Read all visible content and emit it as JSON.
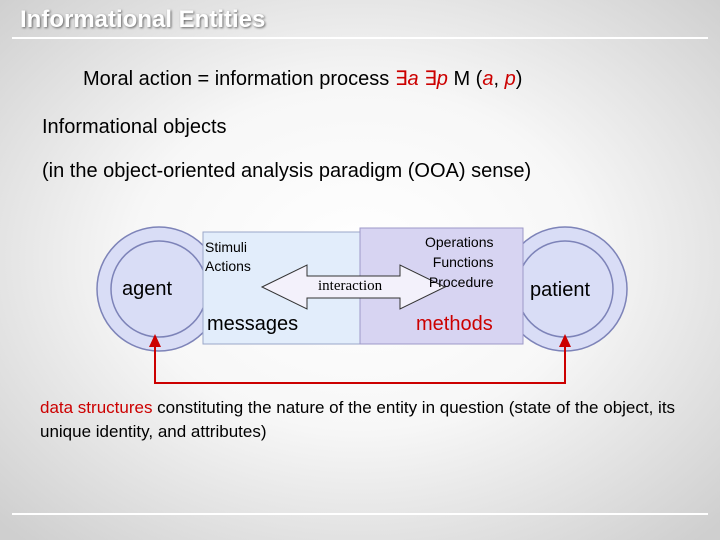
{
  "slide": {
    "title": "Informational Entities",
    "formula": {
      "prefix": "Moral action = information process ",
      "quantifiers": "∃a ∃p",
      "relation": " M (",
      "arg1": "a",
      "sep": ", ",
      "arg2": "p",
      "close": ")"
    },
    "line1": "Informational objects",
    "line2": "(in the object-oriented analysis paradigm (OOA) sense)"
  },
  "diagram": {
    "agent_label": "agent",
    "patient_label": "patient",
    "stimuli_lines": [
      "Stimuli",
      "Actions"
    ],
    "operations_lines": [
      "Operations",
      "Functions",
      "Procedure"
    ],
    "messages_label": "messages",
    "methods_label": "methods",
    "interaction_label": "interaction"
  },
  "note": {
    "highlight": "data structures",
    "text": " constituting the nature of the entity in question (state of the object, its unique identity, and attributes)"
  },
  "colors": {
    "accent_red": "#cc0000",
    "circle_fill": "#d9ddf6",
    "circle_stroke": "#7d83b8",
    "left_box": "#e2edfb",
    "right_box": "#d7d4f2",
    "arrow_fill": "#f3f1fb"
  }
}
